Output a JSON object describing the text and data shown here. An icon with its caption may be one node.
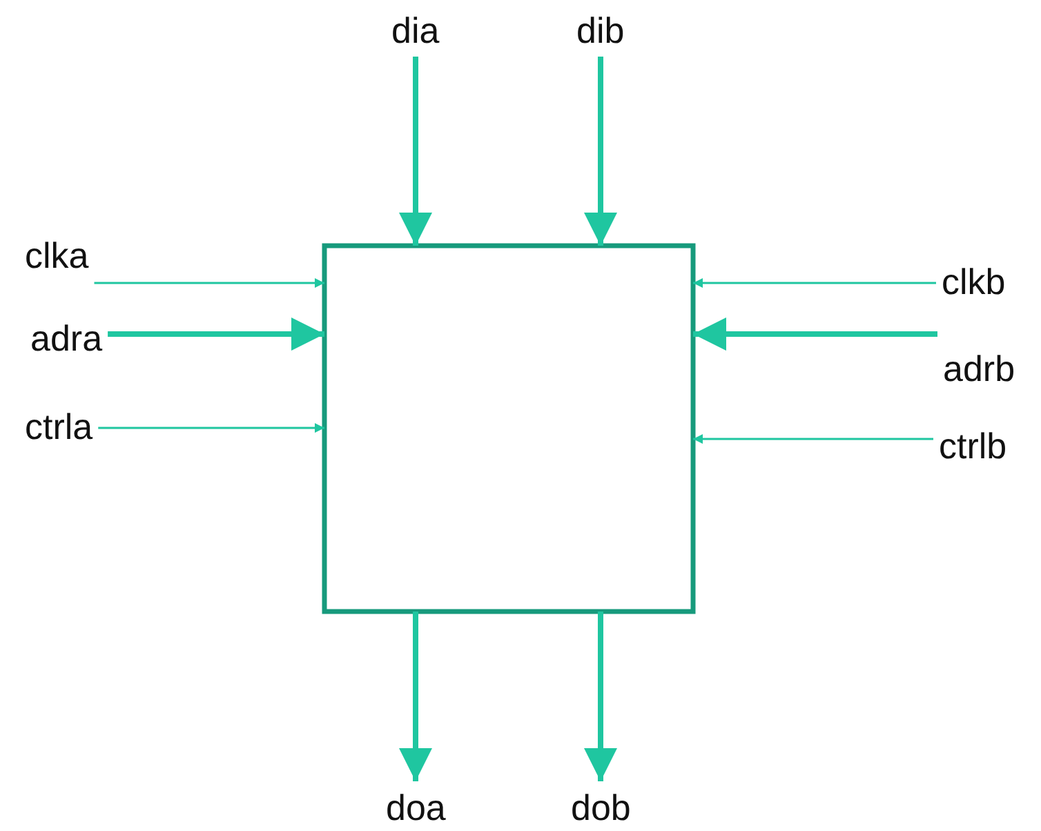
{
  "diagram": {
    "nodes": [
      {
        "text": [
          "dia"
        ]
      },
      {
        "text": [
          "dib"
        ]
      },
      {
        "text": [
          "clka"
        ]
      },
      {
        "text": [
          "clkb"
        ]
      },
      {
        "text": [
          "adra"
        ]
      },
      {
        "text": [
          "adrb"
        ]
      },
      {
        "text": [
          "ctrla"
        ]
      },
      {
        "text": [
          "ctrlb"
        ]
      },
      {
        "text": [],
        "shape": "box"
      },
      {
        "text": [
          "doa"
        ]
      },
      {
        "text": [
          "dob"
        ]
      }
    ],
    "edges": [
      {
        "from": 0,
        "to": 8,
        "arrow": "to"
      },
      {
        "from": 1,
        "to": 8,
        "arrow": "to"
      },
      {
        "from": 2,
        "to": 8,
        "arrow": "to"
      },
      {
        "from": 3,
        "to": 8,
        "arrow": "to"
      },
      {
        "from": 4,
        "to": 8,
        "arrow": "to"
      },
      {
        "from": 5,
        "to": 8,
        "arrow": "to"
      },
      {
        "from": 6,
        "to": 8,
        "arrow": "to"
      },
      {
        "from": 7,
        "to": 8,
        "arrow": "to"
      },
      {
        "from": 8,
        "to": 9,
        "arrow": "to"
      },
      {
        "from": 8,
        "to": 10,
        "arrow": "to"
      }
    ]
  }
}
